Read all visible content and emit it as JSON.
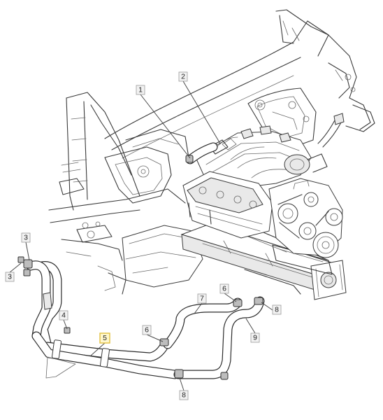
{
  "callouts": [
    {
      "id": "c1",
      "label": "1",
      "target": "throttle-body-heater-hose-fitting"
    },
    {
      "id": "c2",
      "label": "2",
      "target": "intake-manifold-heater-outlet"
    },
    {
      "id": "c3a",
      "label": "3",
      "target": "heater-hose-bracket-bolt-upper"
    },
    {
      "id": "c3b",
      "label": "3",
      "target": "heater-hose-bracket-bolt-lower"
    },
    {
      "id": "c4",
      "label": "4",
      "target": "heater-pipe-retainer"
    },
    {
      "id": "c5",
      "label": "5",
      "target": "heater-pipe-assembly"
    },
    {
      "id": "c6a",
      "label": "6",
      "target": "heater-hose-clamp-center"
    },
    {
      "id": "c6b",
      "label": "6",
      "target": "heater-hose-clamp-right"
    },
    {
      "id": "c7",
      "label": "7",
      "target": "heater-inlet-hose"
    },
    {
      "id": "c8a",
      "label": "8",
      "target": "heater-hose-clamp-lower"
    },
    {
      "id": "c8b",
      "label": "8",
      "target": "heater-hose-clamp-upper-right"
    },
    {
      "id": "c9",
      "label": "9",
      "target": "heater-outlet-hose"
    }
  ],
  "highlighted_callout": "5"
}
